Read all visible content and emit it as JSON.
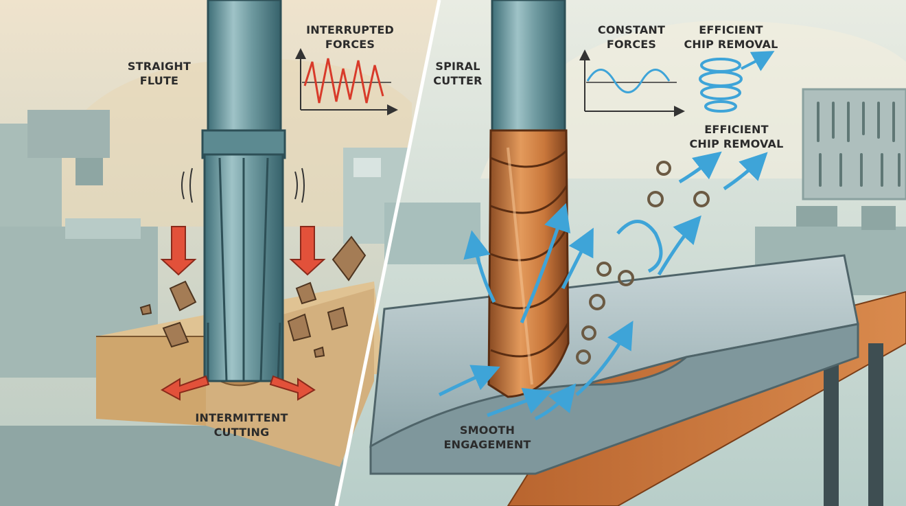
{
  "left_panel": {
    "tool_label": [
      "STRAIGHT",
      "FLUTE"
    ],
    "forces_label": [
      "INTERRUPTED",
      "FORCES"
    ],
    "cut_label": [
      "INTERMITTENT",
      "CUTTING"
    ]
  },
  "right_panel": {
    "tool_label": [
      "SPIRAL",
      "CUTTER"
    ],
    "forces_label": [
      "CONSTANT",
      "FORCES"
    ],
    "chip_label_top": [
      "EFFICIENT",
      "CHIP REMOVAL"
    ],
    "chip_label_mid": [
      "EFFICIENT",
      "CHIP REMOVAL"
    ],
    "engage_label": [
      "SMOOTH",
      "ENGAGEMENT"
    ]
  },
  "colors": {
    "force_arrow": "#e2513a",
    "flow_arrow": "#3ea4d8",
    "steel": "#6f9aa0",
    "copper": "#c9773b",
    "wood": "#d3b07e"
  },
  "icons": [
    "down-arrow-icon",
    "outward-arrow-icon",
    "wave-graph-icon",
    "spiral-chip-icon",
    "flow-arrow-icon",
    "tool-rack-icon"
  ]
}
